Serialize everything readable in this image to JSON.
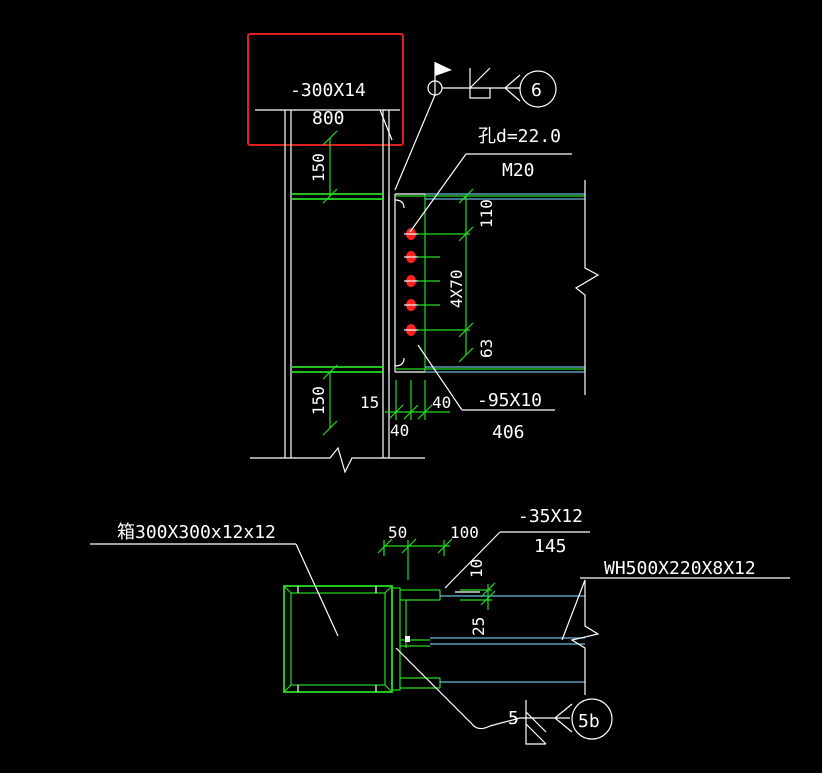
{
  "labels": {
    "plate_top": "-300X14",
    "plate_top_len": "800",
    "hole_spec": "孔d=22.0",
    "bolt_spec": "M20",
    "dim_150_top": "150",
    "dim_110": "110",
    "dim_4x70": "4X70",
    "dim_63": "63",
    "dim_150_bot": "150",
    "dim_15": "15",
    "dim_40a": "40",
    "dim_40b": "40",
    "plate_side": "-95X10",
    "plate_side_len": "406",
    "weld_symbol_top": "6",
    "box_section": "箱300X300x12x12",
    "dim_50": "50",
    "dim_100": "100",
    "stiffener": "-35X12",
    "stiffener_len": "145",
    "beam_section": "WH500X220X8X12",
    "dim_10": "10",
    "dim_25": "25",
    "weld_leg": "5",
    "weld_symbol_bot": "5b"
  },
  "colors": {
    "background": "#000000",
    "lines": "#ffffff",
    "steel": "#22dd22",
    "beam": "#66bbdd",
    "bolts": "#ff2020",
    "selection": "#e02020"
  }
}
